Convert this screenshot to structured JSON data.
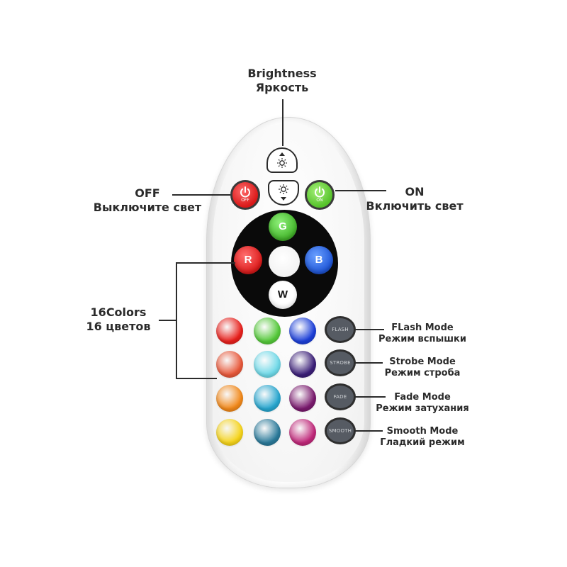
{
  "annotations": {
    "brightness": {
      "en": "Brightness",
      "ru": "Яркость"
    },
    "off": {
      "en": "OFF",
      "ru": "Выключите свет"
    },
    "on": {
      "en": "ON",
      "ru": "Включить свет"
    },
    "colors": {
      "en": "16Colors",
      "ru": "16 цветов"
    },
    "flash": {
      "en": "FLash Mode",
      "ru": "Режим вспышки"
    },
    "strobe": {
      "en": "Strobe Mode",
      "ru": "Режим строба"
    },
    "fade": {
      "en": "Fade Mode",
      "ru": "Режим затухания"
    },
    "smooth": {
      "en": "Smooth Mode",
      "ru": "Гладкий режим"
    }
  },
  "buttons": {
    "power_off_tag": "OFF",
    "power_on_tag": "ON",
    "g": "G",
    "r": "R",
    "b": "B",
    "w": "W",
    "flash": "FLASH",
    "strobe": "STROBE",
    "fade": "FADE",
    "smooth": "SMOOTH"
  },
  "color_grid": [
    [
      "#e8201c",
      "#55c93a",
      "#1c3fd8"
    ],
    [
      "#e8583a",
      "#6fd9e8",
      "#3b1f78"
    ],
    [
      "#f2891a",
      "#27a6cf",
      "#7a1a6e"
    ],
    [
      "#f6d41a",
      "#2a7a9a",
      "#c0287a"
    ]
  ],
  "colors": {
    "line": "#2b2b2b",
    "mode_button": "#565b63"
  }
}
